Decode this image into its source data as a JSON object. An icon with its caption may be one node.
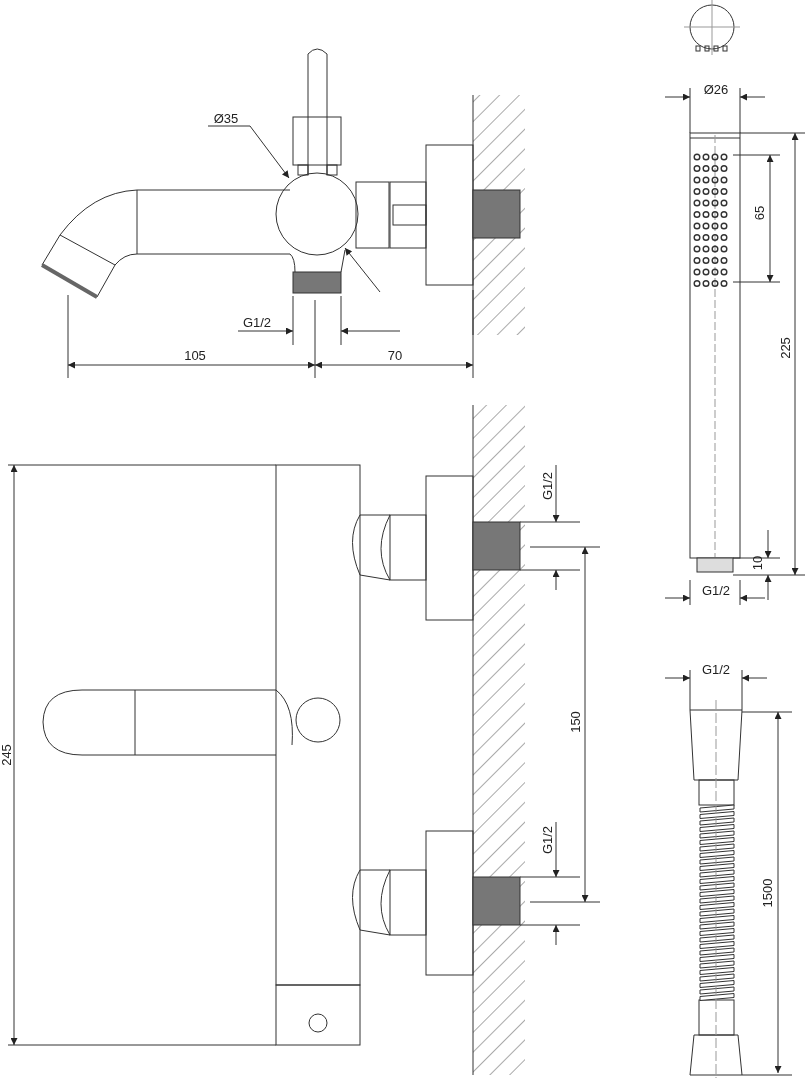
{
  "diagram": {
    "labels": [
      "Ø35",
      "G1/2",
      "105",
      "70",
      "Ø26",
      "65",
      "225",
      "10",
      "G1/2",
      "G1/2",
      "150",
      "245",
      "G1/2",
      "G1/2",
      "1500"
    ]
  }
}
